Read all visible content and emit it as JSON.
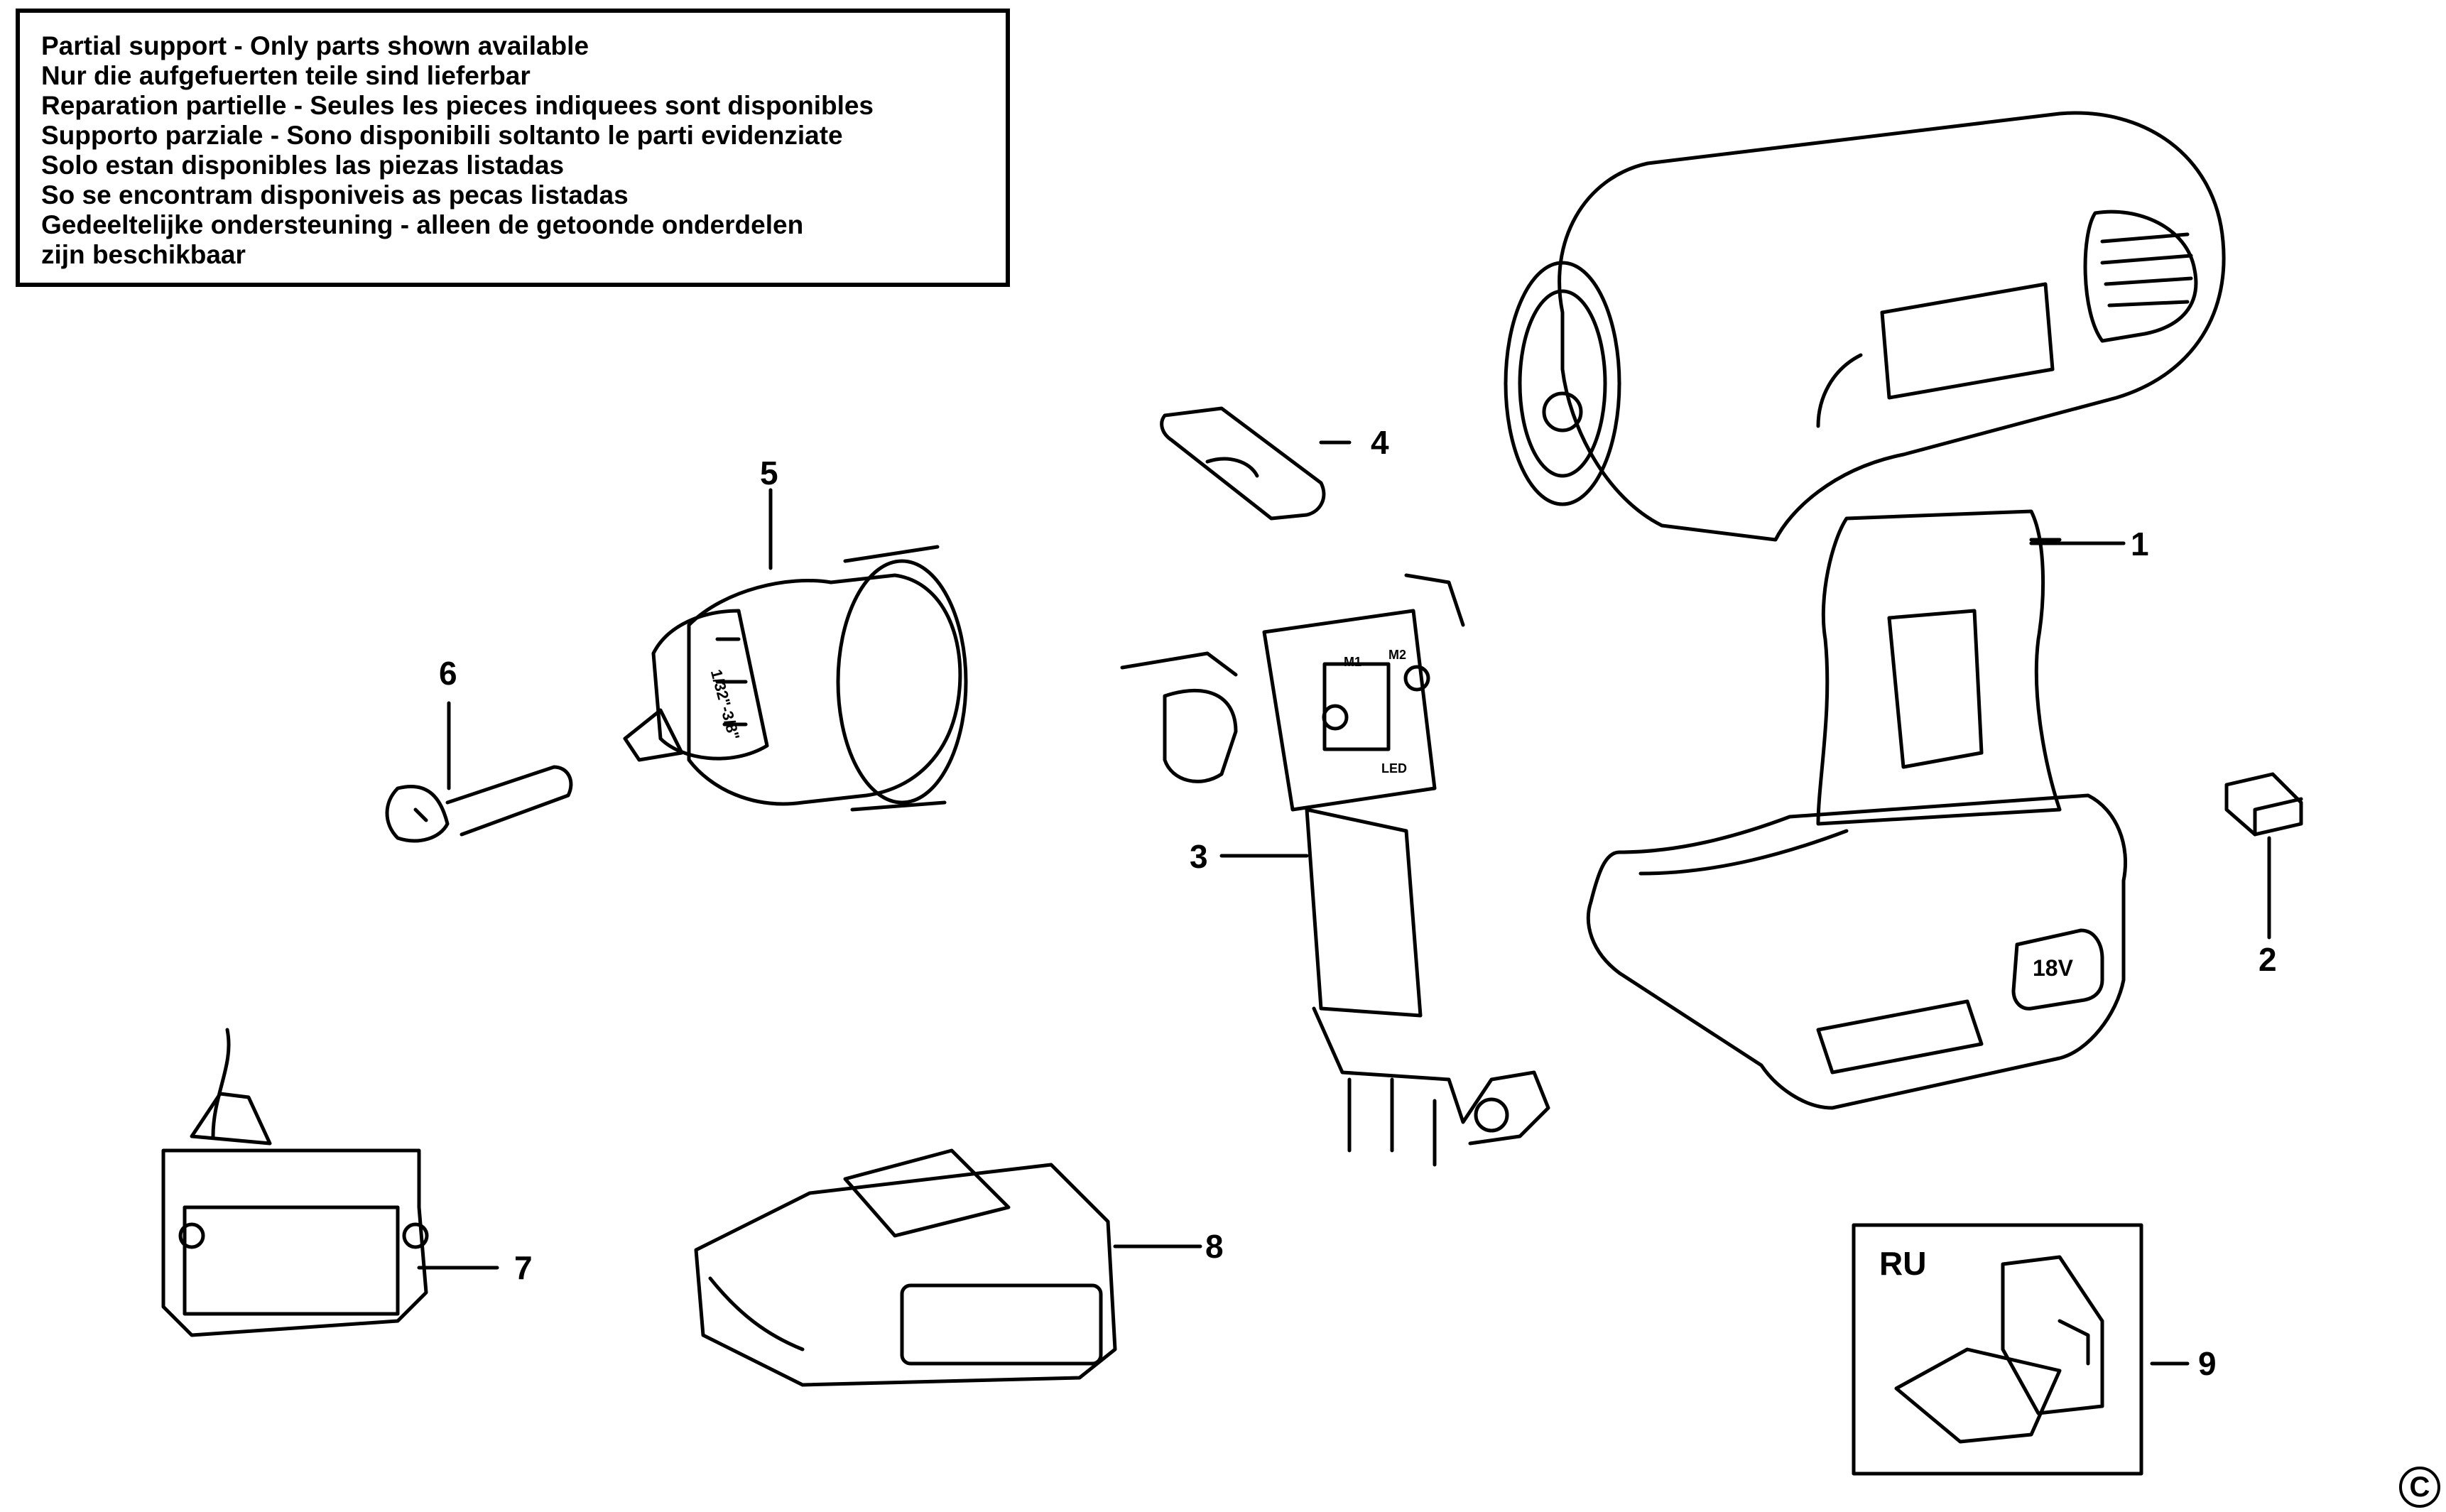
{
  "notice": {
    "lines": [
      "Partial support - Only parts shown available",
      "Nur die aufgefuerten teile sind lieferbar",
      "Reparation partielle - Seules les pieces indiquees sont disponibles",
      "Supporto parziale - Sono disponibili soltanto le parti evidenziate",
      "Solo estan disponibles las piezas listadas",
      "So se encontram disponiveis as pecas listadas",
      "Gedeeltelijke ondersteuning - alleen de getoonde onderdelen",
      "zijn beschikbaar"
    ]
  },
  "callouts": {
    "p1": "1",
    "p2": "2",
    "p3": "3",
    "p4": "4",
    "p5": "5",
    "p6": "6",
    "p7": "7",
    "p8": "8",
    "p9": "9"
  },
  "markings": {
    "voltage": "18V",
    "chuck_size": "1/32\"-3/8\"",
    "m1": "M1",
    "m2": "M2",
    "led": "LED"
  },
  "variant_box": {
    "label": "RU"
  },
  "copyright": "C"
}
